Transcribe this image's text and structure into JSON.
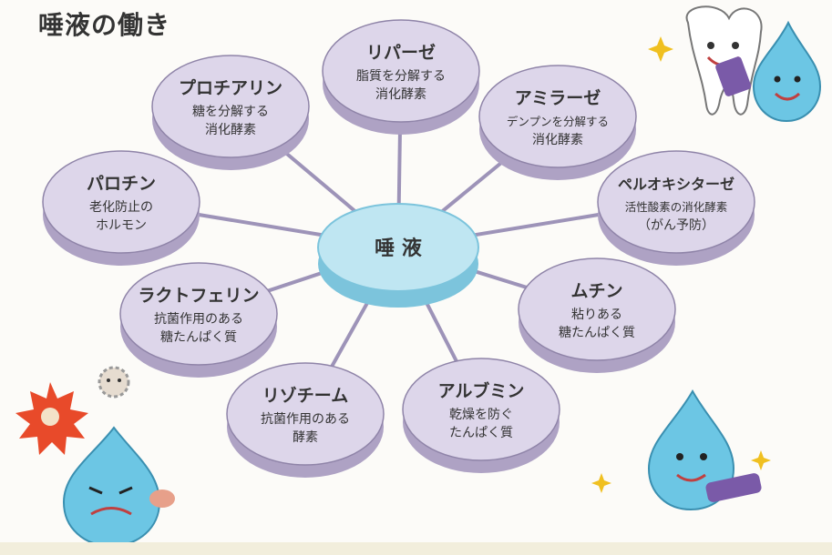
{
  "title": "唾液の働き",
  "center": {
    "label": "唾 液"
  },
  "nodes": [
    {
      "name": "リパーゼ",
      "desc": [
        "脂質を分解する",
        "消化酵素"
      ]
    },
    {
      "name": "アミラーゼ",
      "desc": [
        "デンプンを分解する",
        "消化酵素"
      ]
    },
    {
      "name": "ペルオキシターゼ",
      "desc": [
        "活性酸素の消化酵素",
        "（がん予防）"
      ]
    },
    {
      "name": "ムチン",
      "desc": [
        "粘りある",
        "糖たんぱく質"
      ]
    },
    {
      "name": "アルブミン",
      "desc": [
        "乾燥を防ぐ",
        "たんぱく質"
      ]
    },
    {
      "name": "リゾチーム",
      "desc": [
        "抗菌作用のある",
        "酵素"
      ]
    },
    {
      "name": "ラクトフェリン",
      "desc": [
        "抗菌作用のある",
        "糖たんぱく質"
      ]
    },
    {
      "name": "パロチン",
      "desc": [
        "老化防止の",
        "ホルモン"
      ]
    },
    {
      "name": "プロチアリン",
      "desc": [
        "糖を分解する",
        "消化酵素"
      ]
    }
  ],
  "colors": {
    "node_fill": "#ddd6ea",
    "node_side": "#aea2c4",
    "node_stroke": "#8f84a8",
    "center_fill": "#bfe6f2",
    "center_side": "#7cc4dc",
    "connector": "#9d93b8"
  },
  "icons": [
    "tooth-character-icon",
    "water-drop-character-icon",
    "germ-icon",
    "sparkle-icon"
  ]
}
